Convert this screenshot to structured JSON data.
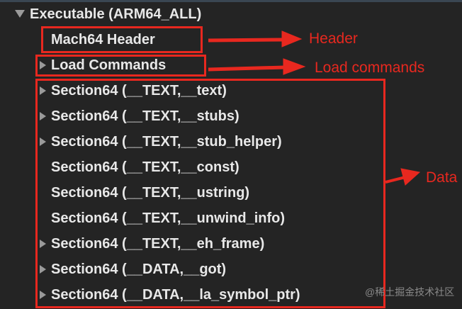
{
  "tree": {
    "root": "Executable  (ARM64_ALL)",
    "items": [
      {
        "label": "Mach64 Header",
        "expandable": false
      },
      {
        "label": "Load Commands",
        "expandable": true
      },
      {
        "label": "Section64 (__TEXT,__text)",
        "expandable": true
      },
      {
        "label": "Section64 (__TEXT,__stubs)",
        "expandable": true
      },
      {
        "label": "Section64 (__TEXT,__stub_helper)",
        "expandable": true
      },
      {
        "label": "Section64 (__TEXT,__const)",
        "expandable": false
      },
      {
        "label": "Section64 (__TEXT,__ustring)",
        "expandable": false
      },
      {
        "label": "Section64 (__TEXT,__unwind_info)",
        "expandable": false
      },
      {
        "label": "Section64 (__TEXT,__eh_frame)",
        "expandable": true
      },
      {
        "label": "Section64 (__DATA,__got)",
        "expandable": true
      },
      {
        "label": "Section64 (__DATA,__la_symbol_ptr)",
        "expandable": true
      }
    ]
  },
  "annotations": {
    "header": "Header",
    "load_commands": "Load commands",
    "data": "Data"
  },
  "watermark": "@稀土掘金技术社区",
  "colors": {
    "annotation": "#e8281f",
    "background": "#242424",
    "text": "#e8e8e8"
  }
}
